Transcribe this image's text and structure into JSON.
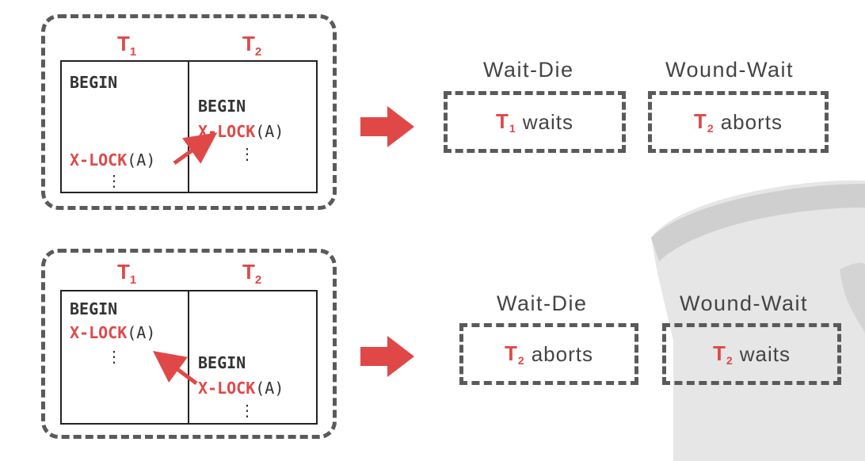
{
  "scenarios": [
    {
      "t1_label": "T",
      "t1_sub": "1",
      "t2_label": "T",
      "t2_sub": "2",
      "t1_begin": "BEGIN",
      "t1_lock_kw": "X-LOCK",
      "t1_lock_arg": "(A)",
      "t2_begin": "BEGIN",
      "t2_lock_kw": "X-LOCK",
      "t2_lock_arg": "(A)",
      "ellipsis": "⋮",
      "wait_die_heading": "Wait-Die",
      "wound_wait_heading": "Wound-Wait",
      "wait_die_result": {
        "txn": "T",
        "sub": "1",
        "verb": "waits"
      },
      "wound_wait_result": {
        "txn": "T",
        "sub": "2",
        "verb": "aborts"
      }
    },
    {
      "t1_label": "T",
      "t1_sub": "1",
      "t2_label": "T",
      "t2_sub": "2",
      "t1_begin": "BEGIN",
      "t1_lock_kw": "X-LOCK",
      "t1_lock_arg": "(A)",
      "t2_begin": "BEGIN",
      "t2_lock_kw": "X-LOCK",
      "t2_lock_arg": "(A)",
      "ellipsis": "⋮",
      "wait_die_heading": "Wait-Die",
      "wound_wait_heading": "Wound-Wait",
      "wait_die_result": {
        "txn": "T",
        "sub": "2",
        "verb": "aborts"
      },
      "wound_wait_result": {
        "txn": "T",
        "sub": "2",
        "verb": "waits"
      }
    }
  ],
  "colors": {
    "accent": "#e04848",
    "frame": "#5a5a5a",
    "text": "#444444",
    "logo": "#c8c8c8"
  }
}
